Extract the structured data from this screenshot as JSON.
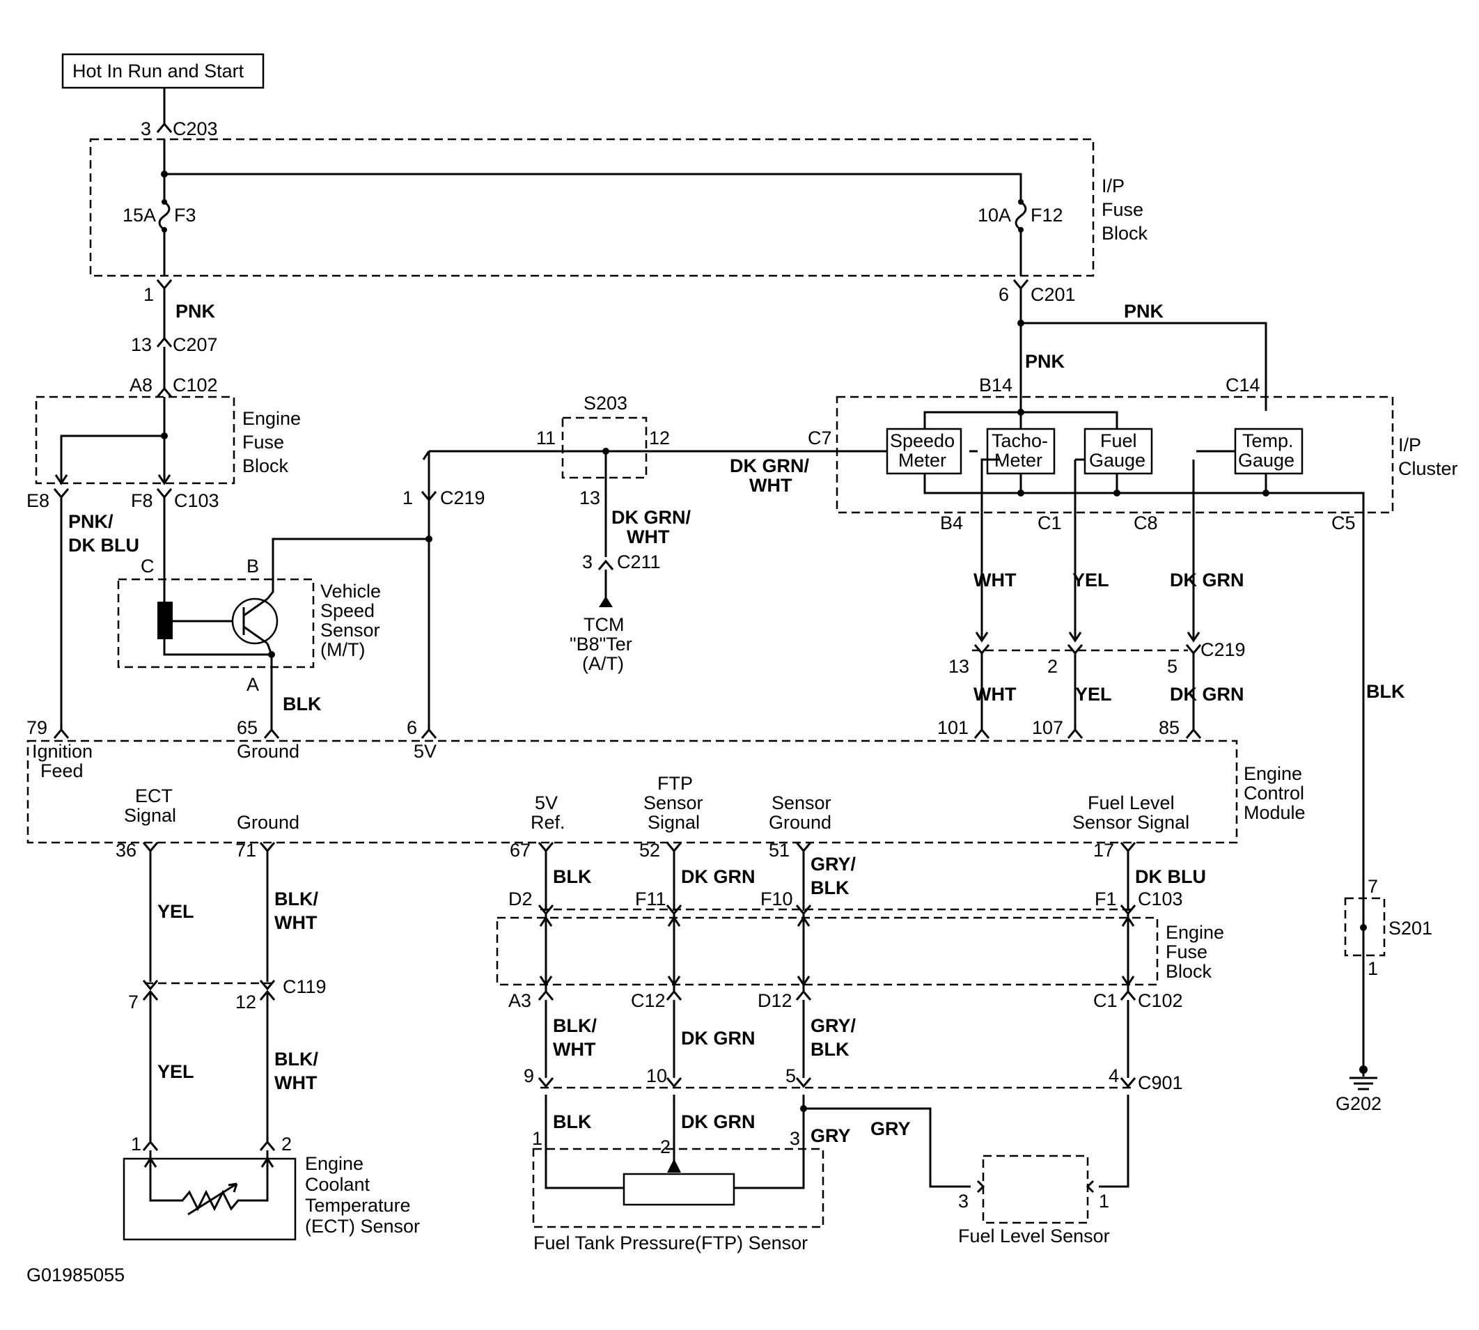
{
  "colors": {
    "ink": "#000000",
    "paper": "#ffffff"
  },
  "diagram_id": "G01985055",
  "power_source": "Hot In Run and Start",
  "blocks": {
    "ip_fuse_block": [
      "I/P",
      "Fuse",
      "Block"
    ],
    "engine_fuse_block_top": [
      "Engine",
      "Fuse",
      "Block"
    ],
    "engine_fuse_block_bottom": [
      "Engine",
      "Fuse",
      "Block"
    ],
    "ip_cluster": [
      "I/P",
      "Cluster"
    ],
    "ecm": [
      "Engine",
      "Control",
      "Module"
    ],
    "vss": [
      "Vehicle",
      "Speed",
      "Sensor",
      "(M/T)"
    ],
    "tcm": [
      "TCM",
      "\"B8\"Ter",
      "(A/T)"
    ],
    "ect_sensor": [
      "Engine",
      "Coolant",
      "Temperature",
      "(ECT) Sensor"
    ],
    "ftp_sensor": "Fuel Tank Pressure(FTP) Sensor",
    "fuel_level_sensor": "Fuel Level Sensor"
  },
  "fuses": {
    "f3_amp": "15A",
    "f3": "F3",
    "f12_amp": "10A",
    "f12": "F12"
  },
  "cluster_gauges": {
    "speedo": [
      "Speedo",
      "Meter"
    ],
    "tacho": [
      "Tacho-",
      "Meter"
    ],
    "fuel": [
      "Fuel",
      "Gauge"
    ],
    "temp": [
      "Temp.",
      "Gauge"
    ]
  },
  "connectors": {
    "c203": "C203",
    "c201": "C201",
    "c207": "C207",
    "c102_top": "C102",
    "c103_top": "C103",
    "c219_left": "C219",
    "s203": "S203",
    "c211": "C211",
    "c219_right": "C219",
    "c103_bottom": "C103",
    "c119": "C119",
    "c102_bottom": "C102",
    "c901": "C901",
    "s201": "S201",
    "g202": "G202"
  },
  "pins": {
    "p3_c203": "3",
    "p6_c201": "6",
    "p1_pnk": "1",
    "p13_c207": "13",
    "pA8": "A8",
    "pE8": "E8",
    "pF8": "F8",
    "pC": "C",
    "pB": "B",
    "pA": "A",
    "p1_c219": "1",
    "p11": "11",
    "p12": "12",
    "p13_s203": "13",
    "p3_c211": "3",
    "pC7": "C7",
    "pB14": "B14",
    "pC14": "C14",
    "pB4": "B4",
    "pC1": "C1",
    "pC8": "C8",
    "pC5": "C5",
    "p13_c219": "13",
    "p2_c219": "2",
    "p5_c219": "5",
    "p79": "79",
    "p65": "65",
    "p6": "6",
    "p101": "101",
    "p107": "107",
    "p85": "85",
    "p36": "36",
    "p71": "71",
    "p67": "67",
    "p52": "52",
    "p51": "51",
    "p17": "17",
    "pD2": "D2",
    "pF11": "F11",
    "pF10": "F10",
    "pF1": "F1",
    "pA3": "A3",
    "pC12": "C12",
    "pD12": "D12",
    "pC1b": "C1",
    "p9": "9",
    "p10": "10",
    "p5": "5",
    "p4": "4",
    "p7": "7",
    "p12_c119": "12",
    "p1_ect": "1",
    "p2_ect": "2",
    "p1_ftp": "1",
    "p2_ftp": "2",
    "p3_ftp": "3",
    "p3_fls": "3",
    "p1_fls": "1",
    "p7_s201": "7",
    "p1_s201": "1"
  },
  "wires": {
    "pnk_top_left": "PNK",
    "pnk_right_horiz": "PNK",
    "pnk_right_vert": "PNK",
    "pnk_dkblu": [
      "PNK/",
      "DK BLU"
    ],
    "dkgrnwht_horiz": [
      "DK GRN/",
      "WHT"
    ],
    "dkgrnwht_vert": [
      "DK GRN/",
      "WHT"
    ],
    "blk_vss": "BLK",
    "wht_1": "WHT",
    "yel_1": "YEL",
    "dkgrn_1": "DK GRN",
    "wht_2": "WHT",
    "yel_2": "YEL",
    "dkgrn_2": "DK GRN",
    "blk_ground": "BLK",
    "yel_ect_1": "YEL",
    "blkwht_ect_1": [
      "BLK/",
      "WHT"
    ],
    "yel_ect_2": "YEL",
    "blkwht_ect_2": [
      "BLK/",
      "WHT"
    ],
    "blk_5v": "BLK",
    "dkgrn_ftp": "DK GRN",
    "grybk_1": [
      "GRY/",
      "BLK"
    ],
    "dkblu": "DK BLU",
    "blkwht_b": [
      "BLK/",
      "WHT"
    ],
    "dkgrn_b": "DK GRN",
    "grybk_2": [
      "GRY/",
      "BLK"
    ],
    "blk_c": "BLK",
    "dkgrn_c": "DK GRN",
    "gry_1": "GRY",
    "gry_2": "GRY"
  },
  "ecm_pins": {
    "ignition": [
      "Ignition",
      "Feed"
    ],
    "ground_top": "Ground",
    "fivev": "5V",
    "ect_signal": [
      "ECT",
      "Signal"
    ],
    "ground_bottom": "Ground",
    "fivev_ref": [
      "5V",
      "Ref."
    ],
    "ftp_signal": [
      "FTP",
      "Sensor",
      "Signal"
    ],
    "sensor_ground": [
      "Sensor",
      "Ground"
    ],
    "fuel_level_signal": [
      "Fuel Level",
      "Sensor Signal"
    ]
  }
}
